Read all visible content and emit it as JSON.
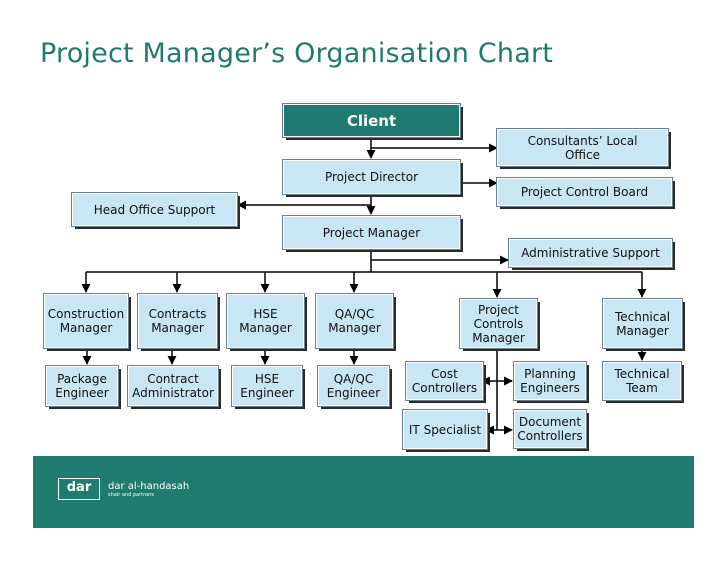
{
  "title": "Project Manager’s Organisation Chart",
  "nodes": {
    "client": "Client",
    "consultants": "Consultants’ Local\nOffice",
    "project_director": "Project Director",
    "project_control_board": "Project Control Board",
    "head_office_support": "Head Office Support",
    "project_manager": "Project Manager",
    "administrative_support": "Administrative Support",
    "construction_manager": "Construction\nManager",
    "contracts_manager": "Contracts\nManager",
    "hse_manager": "HSE\nManager",
    "qaqc_manager": "QA/QC\nManager",
    "project_controls_manager": "Project\nControls\nManager",
    "technical_manager": "Technical\nManager",
    "package_engineer": "Package\nEngineer",
    "contract_administrator": "Contract\nAdministrator",
    "hse_engineer": "HSE\nEngineer",
    "qaqc_engineer": "QA/QC\nEngineer",
    "cost_controllers": "Cost\nControllers",
    "planning_engineers": "Planning\nEngineers",
    "technical_team": "Technical\nTeam",
    "it_specialist": "IT Specialist",
    "document_controllers": "Document\nControllers"
  },
  "footer": {
    "logo_mark": "dar",
    "logo_name": "dar al-handasah",
    "logo_sub": "shair and partners"
  },
  "colors": {
    "title": "#1f7a70",
    "box_fill": "#c8e6f4",
    "client_fill": "#1f7a70",
    "footer": "#1f7a70"
  }
}
